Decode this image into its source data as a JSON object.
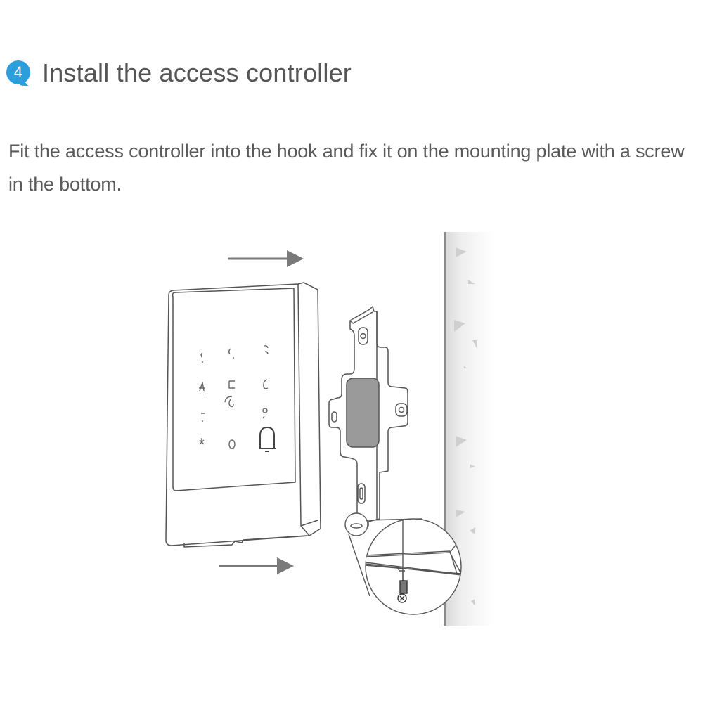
{
  "step": {
    "number": "4",
    "title": "Install the access controller",
    "badge_color": "#2b9fdc"
  },
  "instruction": {
    "text": "Fit the access controller into the hook and fix it on the mounting plate with a screw in the bottom."
  },
  "illustration": {
    "description": "Access controller sliding onto mounting plate on wall, with zoom-in of bottom screw",
    "elements": [
      "access-controller",
      "keypad",
      "mounting-plate",
      "wall",
      "direction-arrows",
      "screw-detail-callout"
    ],
    "keypad_icons": [
      "digit",
      "digit",
      "digit",
      "digit-4",
      "digit",
      "digit",
      "digit",
      "digit",
      "digit",
      "star",
      "digit-0",
      "doorbell-icon"
    ],
    "line_color": "#555555",
    "plate_window_color": "#9a9a9a"
  }
}
